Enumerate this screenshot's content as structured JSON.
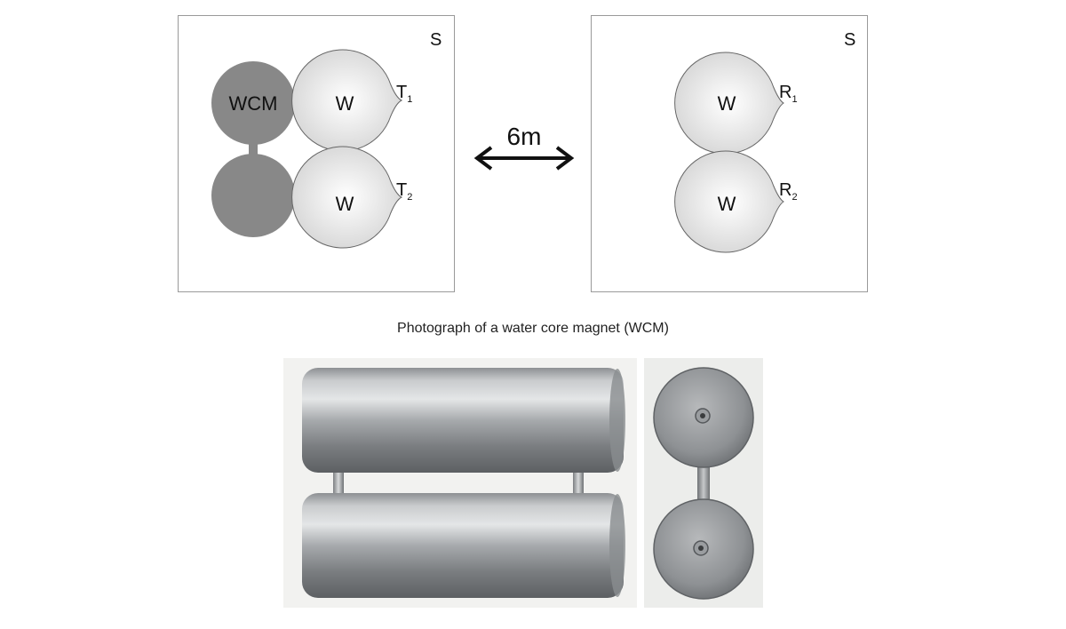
{
  "left_panel": {
    "corner_label": "S",
    "magnet_label": "WCM",
    "vessel_top_label": "W",
    "vessel_bottom_label": "W",
    "transmitter_1": {
      "letter": "T",
      "index": "1"
    },
    "transmitter_2": {
      "letter": "T",
      "index": "2"
    }
  },
  "right_panel": {
    "corner_label": "S",
    "vessel_top_label": "W",
    "vessel_bottom_label": "W",
    "receiver_1": {
      "letter": "R",
      "index": "1"
    },
    "receiver_2": {
      "letter": "R",
      "index": "2"
    }
  },
  "distance_label": "6m",
  "photo_caption": "Photograph of a water core magnet (WCM)",
  "colors": {
    "magnet": "#888888",
    "vessel_center": "#ffffff",
    "vessel_edge": "#d9d9d9",
    "panel_border": "#9a9a9a",
    "photo_bg": "#f2f2f0",
    "metal_dark": "#6f7275",
    "metal_light": "#dcdedf"
  }
}
